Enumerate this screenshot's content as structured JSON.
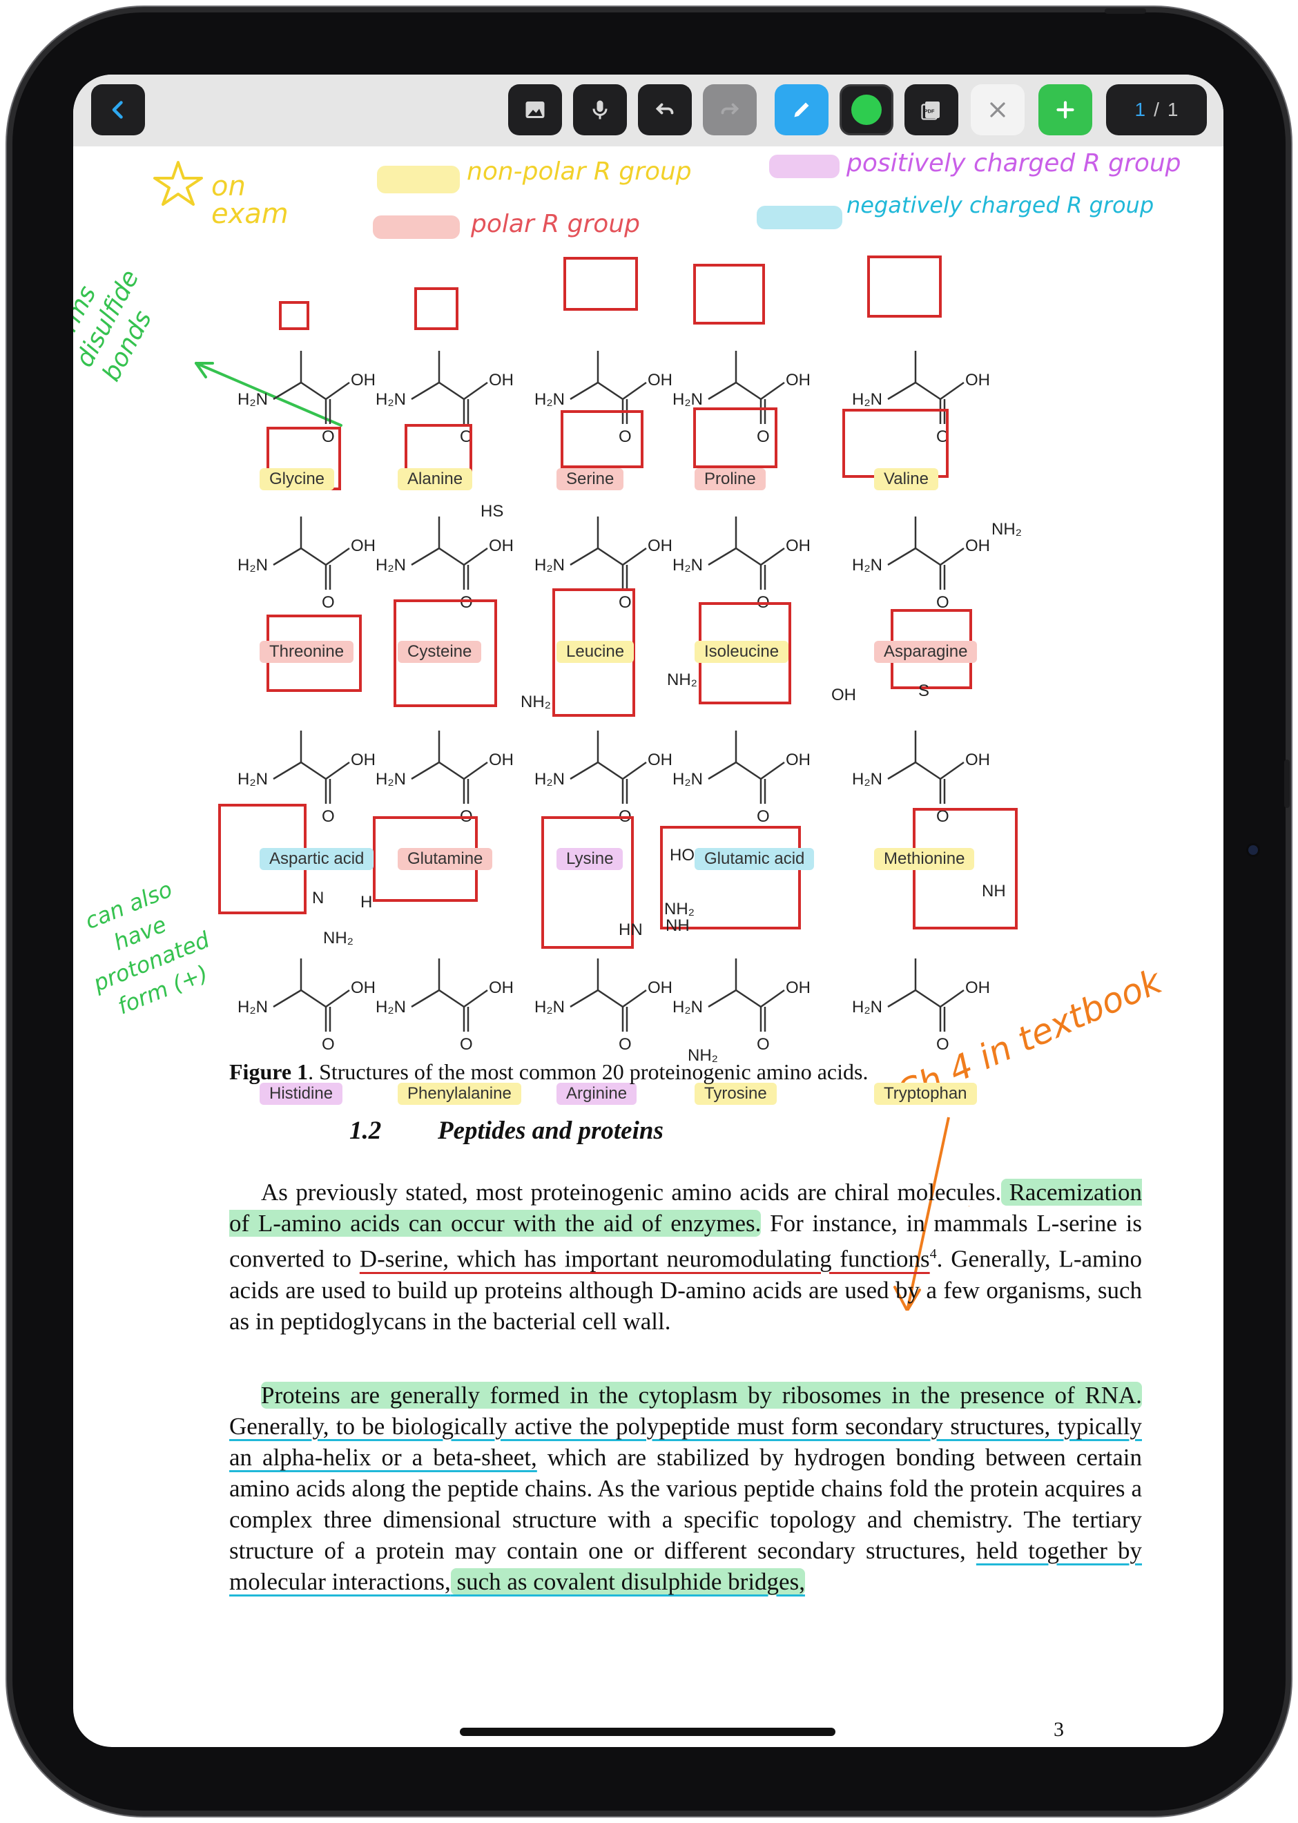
{
  "toolbar": {
    "back_icon": "chevron-left-icon",
    "image_icon": "image-icon",
    "mic_icon": "microphone-icon",
    "undo_icon": "undo-icon",
    "redo_icon": "redo-icon",
    "pen_icon": "pen-icon",
    "color_icon": "color-swatch",
    "pdf_icon": "pdf-icon",
    "close_icon": "close-icon",
    "add_icon": "plus-icon",
    "page_current": "1",
    "page_sep": "/",
    "page_total": "1",
    "colors": {
      "pen": "#2ea8f0",
      "swatch": "#2ecc4f",
      "add": "#35c24f"
    }
  },
  "annotations": {
    "on_exam": "on exam",
    "legend_nonpolar": "non-polar R group",
    "legend_polar": "polar R group",
    "legend_positive": "positively charged R group",
    "legend_negative": "negatively charged R group",
    "forms_disulfide": "forms disulfide bonds",
    "can_also": "can also have protonated form (+)",
    "ch4": "Ch 4 in textbook"
  },
  "amino_acids": [
    {
      "name": "Glycine",
      "class": "nonpolar"
    },
    {
      "name": "Alanine",
      "class": "nonpolar"
    },
    {
      "name": "Serine",
      "class": "polar"
    },
    {
      "name": "Proline",
      "class": "polar"
    },
    {
      "name": "Valine",
      "class": "nonpolar"
    },
    {
      "name": "Threonine",
      "class": "polar"
    },
    {
      "name": "Cysteine",
      "class": "polar"
    },
    {
      "name": "Leucine",
      "class": "nonpolar"
    },
    {
      "name": "Isoleucine",
      "class": "nonpolar"
    },
    {
      "name": "Asparagine",
      "class": "polar"
    },
    {
      "name": "Aspartic acid",
      "class": "negative"
    },
    {
      "name": "Glutamine",
      "class": "polar"
    },
    {
      "name": "Lysine",
      "class": "positive"
    },
    {
      "name": "Glutamic acid",
      "class": "negative"
    },
    {
      "name": "Methionine",
      "class": "nonpolar"
    },
    {
      "name": "Histidine",
      "class": "positive"
    },
    {
      "name": "Phenylalanine",
      "class": "nonpolar"
    },
    {
      "name": "Arginine",
      "class": "positive"
    },
    {
      "name": "Tyrosine",
      "class": "nonpolar"
    },
    {
      "name": "Tryptophan",
      "class": "nonpolar"
    }
  ],
  "highlight_colors": {
    "nonpolar": "#fbf1a8",
    "polar": "#f8c8c4",
    "positive": "#eec9f2",
    "negative": "#b8e8f2"
  },
  "chem_labels": {
    "oh": "OH",
    "h2n": "H₂N",
    "o": "O",
    "hs": "HS",
    "nh2": "NH₂",
    "s": "S",
    "n": "N",
    "hn": "HN",
    "h": "H",
    "nh": "NH",
    "ho": "HO"
  },
  "document": {
    "caption_bold": "Figure 1",
    "caption_rest": ". Structures of the most common 20 proteinogenic amino acids.",
    "section_number": "1.2",
    "section_title": "Peptides and proteins",
    "p1_a": "As previously stated, most proteinogenic amino acids are chiral molecules.",
    "p1_b": " Racemization of L-amino acids can occur with the aid of enzymes.",
    "p1_c": " For instance, in mammals L-serine is converted to ",
    "p1_d": "D-serine, which has important neuromodulating functions",
    "p1_sup": "4",
    "p1_e": ". Generally, L-amino acids are used to build up proteins although D-amino acids are used by a few organisms, such as in peptidoglycans in the bacterial cell wall.",
    "p2_a": "Proteins are generally formed in the cytoplasm by ribosomes in the presence of RNA.",
    "p2_b": " Generally, to be biologically active the polypeptide must form secondary structures, typically an alpha-helix or a beta-sheet,",
    "p2_c": " which are stabilized by hydrogen bonding between certain amino acids along the peptide chains. As the various peptide chains fold the protein acquires a complex three dimensional structure with a specific topology and chemistry. The tertiary structure of a protein may contain one or different secondary structures, ",
    "p2_d": "held together by molecular interactions,",
    "p2_e": " such as covalent disulphide bridges,",
    "page_number": "3"
  }
}
